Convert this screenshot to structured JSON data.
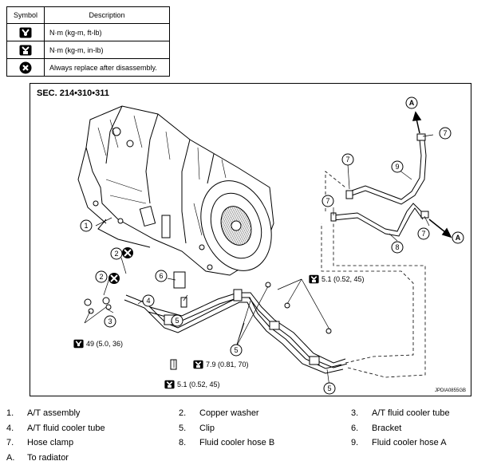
{
  "legend": {
    "header_symbol": "Symbol",
    "header_description": "Description",
    "rows": [
      {
        "icon": "torque-wrench-icon",
        "description": "N·m (kg-m, ft-lb)"
      },
      {
        "icon": "torque-wrench-small-icon",
        "description": "N·m (kg-m, in-lb)"
      },
      {
        "icon": "replace-x-icon",
        "description": "Always replace after disassembly."
      }
    ]
  },
  "figure": {
    "section": "SEC. 214•310•311",
    "code": "JPDIA0855GB",
    "torques": {
      "t1": "5.1 (0.52, 45)",
      "t2": "49 (5.0, 36)",
      "t3": "7.9 (0.81, 70)",
      "t4": "5.1 (0.52, 45)"
    },
    "callouts": [
      "1",
      "2",
      "2",
      "3",
      "4",
      "5",
      "5",
      "5",
      "6",
      "7",
      "7",
      "7",
      "7",
      "8",
      "9",
      "A",
      "A"
    ]
  },
  "parts": [
    {
      "num": "1.",
      "name": "A/T assembly"
    },
    {
      "num": "2.",
      "name": "Copper washer"
    },
    {
      "num": "3.",
      "name": "A/T fluid cooler tube"
    },
    {
      "num": "4.",
      "name": "A/T fluid cooler tube"
    },
    {
      "num": "5.",
      "name": "Clip"
    },
    {
      "num": "6.",
      "name": "Bracket"
    },
    {
      "num": "7.",
      "name": "Hose clamp"
    },
    {
      "num": "8.",
      "name": "Fluid cooler hose B"
    },
    {
      "num": "9.",
      "name": "Fluid cooler hose A"
    },
    {
      "num": "A.",
      "name": "To radiator"
    }
  ]
}
